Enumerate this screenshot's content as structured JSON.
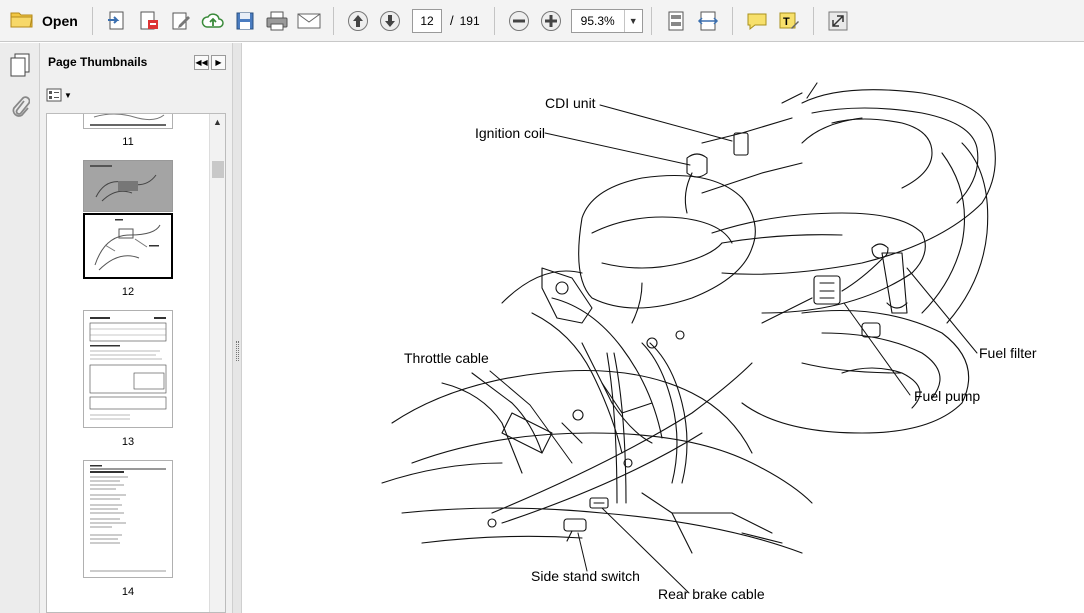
{
  "toolbar": {
    "open_label": "Open",
    "page_current": "12",
    "page_separator": "/",
    "page_total": "191",
    "zoom_value": "95.3%"
  },
  "panel": {
    "title": "Page Thumbnails",
    "thumbnails": [
      {
        "label": "11"
      },
      {
        "label": "12"
      },
      {
        "label": "13"
      },
      {
        "label": "14"
      }
    ]
  },
  "diagram": {
    "labels": {
      "cdi": "CDI unit",
      "ignition": "Ignition coil",
      "throttle": "Throttle cable",
      "fuel_filter": "Fuel filter",
      "fuel_pump": "Fuel pump",
      "side_stand": "Side stand switch",
      "rear_brake": "Rear brake cable"
    }
  },
  "colors": {
    "toolbar_bg": "#f3f3f3",
    "panel_bg": "#f0f0f0",
    "icon_blue": "#3a6fb0"
  }
}
